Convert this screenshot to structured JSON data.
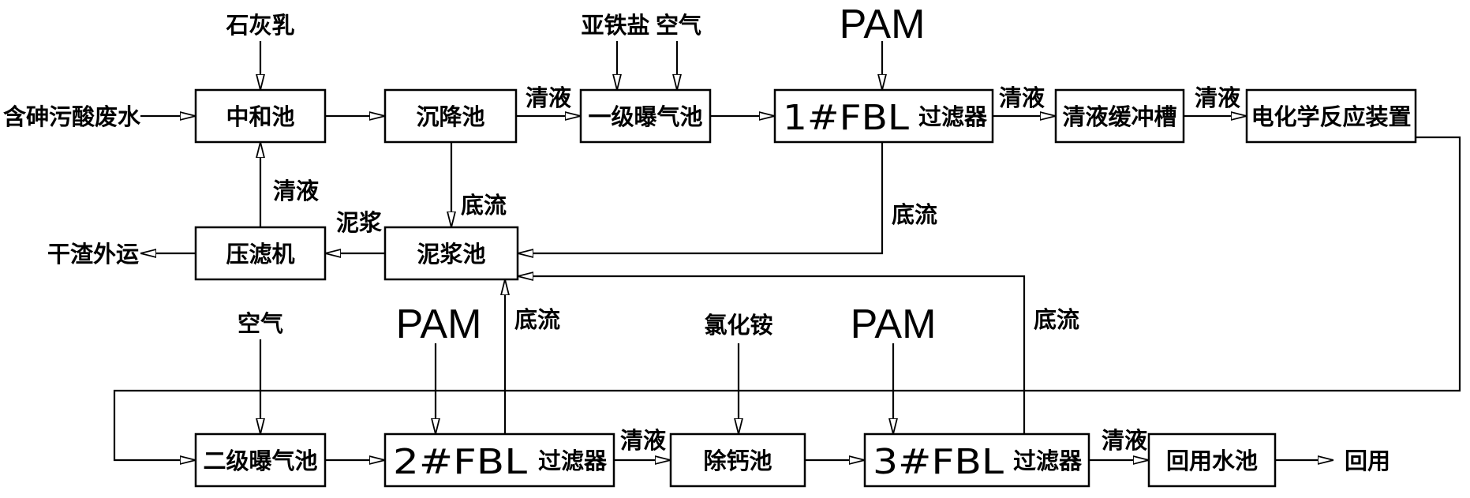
{
  "nodes": {
    "neutral_pool": "中和池",
    "settling_pool": "沉降池",
    "aeration1": "一级曝气池",
    "fbl1_num": "1#FBL",
    "fbl_suffix": "过滤器",
    "clear_buffer": "清液缓冲槽",
    "electrochem": "电化学反应装置",
    "filter_press": "压滤机",
    "slurry_pool": "泥浆池",
    "aeration2": "二级曝气池",
    "fbl2_num": "2#FBL",
    "calcium_removal": "除钙池",
    "fbl3_num": "3#FBL",
    "reuse_pool": "回用水池"
  },
  "inputs": {
    "wastewater": "含砷污酸废水",
    "lime_milk": "石灰乳",
    "ferrous_salt": "亚铁盐",
    "air": "空气",
    "pam": "PAM",
    "ammonium_chloride": "氯化铵"
  },
  "outputs": {
    "dry_slag": "干渣外运",
    "reuse": "回用"
  },
  "flow_labels": {
    "clear_liquid": "清液",
    "underflow": "底流",
    "slurry": "泥浆"
  }
}
